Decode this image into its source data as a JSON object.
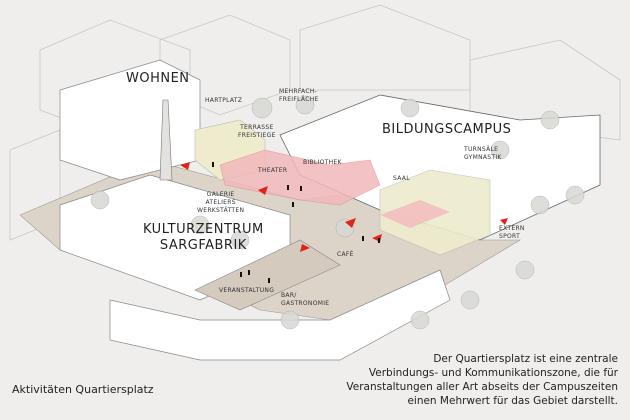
{
  "title": "Aktivitäten Quartiersplatz",
  "caption": "Der Quartiersplatz ist eine zentrale\nVerbindungs- und Kommunikationszone, die für\nVeranstaltungen aller Art abseits der Campuszeiten\neinen Mehrwert für das Gebiet darstellt.",
  "areas": {
    "wohnen": "WOHNEN",
    "bildungscampus": "BILDUNGSCAMPUS",
    "kulturzentrum": "KULTURZENTRUM\nSARGFABRIK"
  },
  "labels": {
    "hartplatz": "HARTPLATZ",
    "mehrfach": "MEHRFACH-\nFREIFLÄCHE",
    "terrasse": "TERRASSE\nFREISTIEGE",
    "bibliothek": "BIBLIOTHEK",
    "theater": "THEATER",
    "saal": "SAAL",
    "turnsaele": "TURNSÄLE\nGYMNASTIK",
    "galerie": "GALERIE\nATELIERS\nWERKSTÄTTEN",
    "cafe": "CAFÉ",
    "extern": "EXTERN\nSPORT",
    "veranstaltung": "VERANSTALTUNG",
    "bar": "BAR/\nGASTRONOMIE"
  },
  "colors": {
    "ground": "#dcd3c9",
    "building": "#ffffff",
    "line": "#8a8a8a",
    "pink": "#f2b8bc",
    "yellow": "#eeeccd",
    "arrow": "#e2231a",
    "tree": "#d8d8d4"
  }
}
